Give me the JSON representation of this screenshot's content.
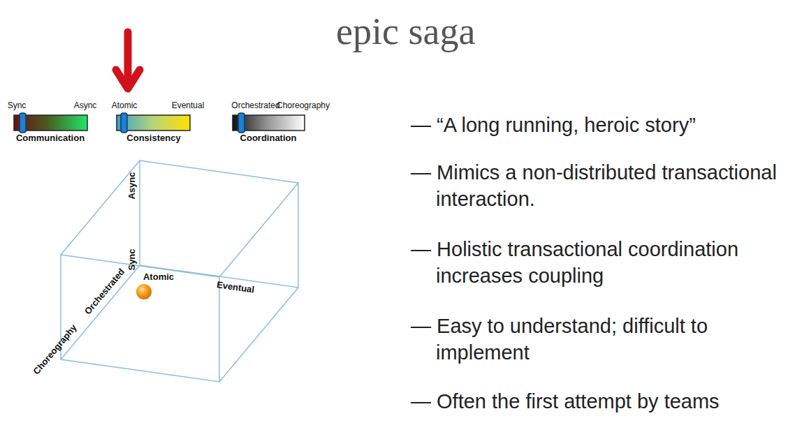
{
  "diagram": {
    "title": "epic saga",
    "labels": [
      "Sync",
      "Async",
      "Communication",
      "Atomic",
      "Eventual",
      "Consistency",
      "Orchestrated",
      "Choreography",
      "Coordination",
      "Async",
      "Sync",
      "Atomic",
      "Eventual",
      "Orchestrated",
      "Choreography",
      "— “A long running, heroic story”",
      "— Mimics a non-distributed transactional interaction.",
      "— Holistic transactional coordination increases coupling",
      "— Easy to understand; difficult to implement",
      "— Often the first attempt by teams"
    ]
  }
}
